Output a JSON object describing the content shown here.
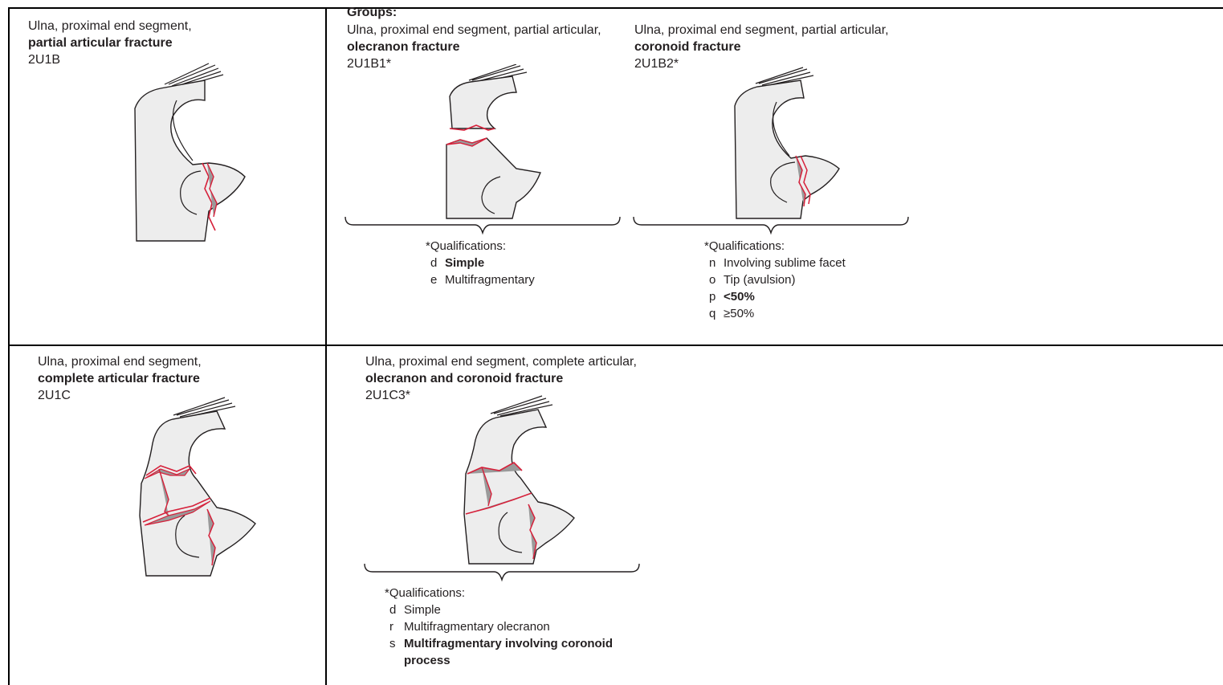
{
  "groups_title": "Groups:",
  "b_main": {
    "line1": "Ulna, proximal end segment,",
    "line2": "partial articular fracture",
    "code": "2U1B"
  },
  "b1": {
    "line1": "Ulna, proximal end segment, partial articular,",
    "line2": "olecranon fracture",
    "code": "2U1B1*",
    "qual_head": "*Qualifications:",
    "items": [
      {
        "letter": "d",
        "text": "Simple",
        "bold": true
      },
      {
        "letter": "e",
        "text": "Multifragmentary",
        "bold": false
      }
    ]
  },
  "b2": {
    "line1": "Ulna, proximal end segment, partial articular,",
    "line2": "coronoid fracture",
    "code": "2U1B2*",
    "qual_head": "*Qualifications:",
    "items": [
      {
        "letter": "n",
        "text": "Involving sublime facet",
        "bold": false
      },
      {
        "letter": "o",
        "text": "Tip (avulsion)",
        "bold": false
      },
      {
        "letter": "p",
        "text": "<50%",
        "bold": true
      },
      {
        "letter": "q",
        "text": "≥50%",
        "bold": false
      }
    ]
  },
  "c_main": {
    "line1": "Ulna, proximal end segment,",
    "line2": "complete articular fracture",
    "code": "2U1C"
  },
  "c3": {
    "line1": "Ulna, proximal end segment, complete articular,",
    "line2": "olecranon and coronoid fracture",
    "code": "2U1C3*",
    "qual_head": "*Qualifications:",
    "items": [
      {
        "letter": "d",
        "text": "Simple",
        "bold": false
      },
      {
        "letter": "r",
        "text": "Multifragmentary olecranon",
        "bold": false
      },
      {
        "letter": "s",
        "text": "Multifragmentary involving coronoid",
        "bold": true
      },
      {
        "letter": "",
        "text": "process",
        "bold": true
      }
    ]
  },
  "colors": {
    "fracture": "#d6203a",
    "bone": "#ededed",
    "outline": "#231f20"
  }
}
